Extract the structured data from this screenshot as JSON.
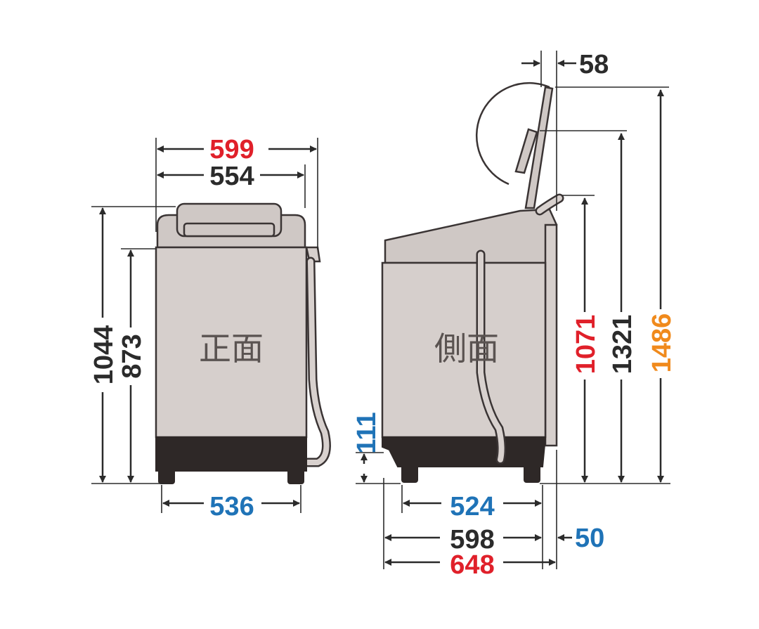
{
  "colors": {
    "red": "#e0202a",
    "black": "#2b2b2b",
    "blue": "#1f73b7",
    "orange": "#f08a1c"
  },
  "front": {
    "label": "正面",
    "width_overall": "599",
    "width_body": "554",
    "width_base": "536",
    "height_total": "1044",
    "height_body": "873"
  },
  "side": {
    "label": "側面",
    "lid_offset": "58",
    "height_lid_open": "1486",
    "height_1321": "1321",
    "height_1071": "1071",
    "base_height": "111",
    "depth_base": "524",
    "depth_body": "598",
    "depth_total": "648",
    "back_gap": "50"
  }
}
